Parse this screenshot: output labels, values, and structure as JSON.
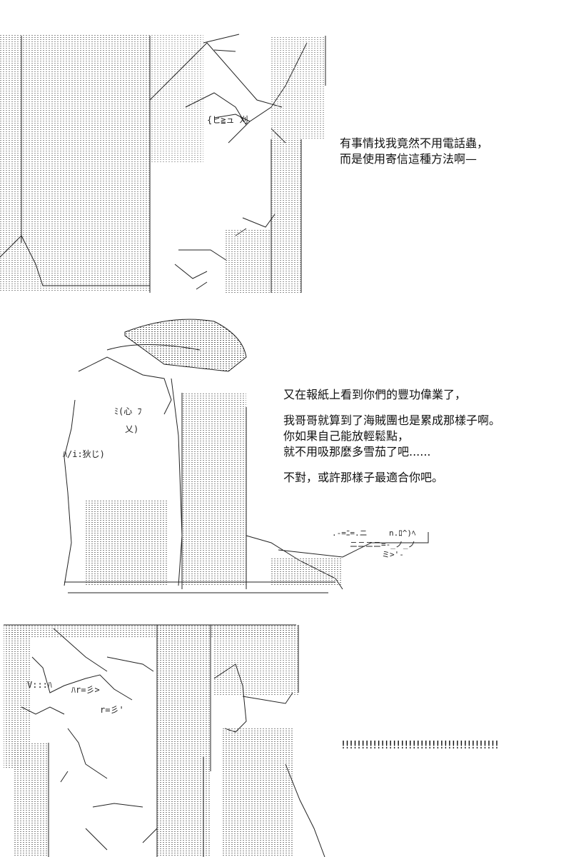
{
  "panels": [
    {
      "caption_lines": [
        "有事情找我竟然不用電話蟲，",
        "而是使用寄信這種方法啊—"
      ]
    },
    {
      "caption_lines": [
        "又在報紙上看到你們的豐功偉業了，",
        "我哥哥就算到了海賊團也是累成那樣子啊。",
        "你如果自己能放輕鬆點，",
        "就不用吸那麼多雪茄了吧......",
        "不對，或許那樣子最適合你吧。"
      ]
    },
    {
      "caption_lines": [
        "!!!!!!!!!!!!!!!!!!!!!!!!!!!!!!!!!!!!!!!!"
      ]
    }
  ],
  "colors": {
    "ink": "#111111",
    "paper": "#ffffff",
    "hatch": "#555555"
  }
}
